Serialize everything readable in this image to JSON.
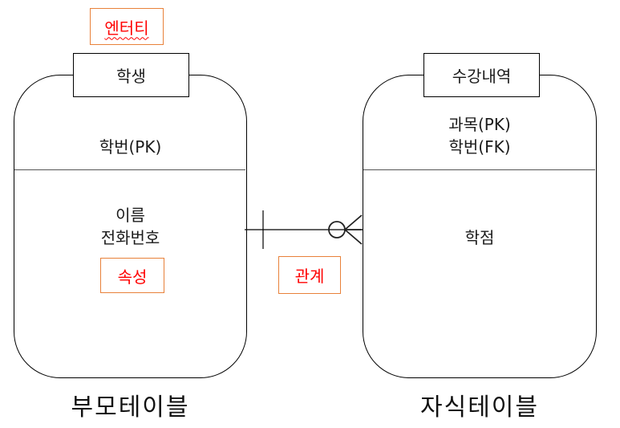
{
  "parent_table": {
    "name": "학생",
    "primary_keys": [
      "학번(PK)"
    ],
    "attributes": [
      "이름",
      "전화번호"
    ],
    "caption": "부모테이블"
  },
  "child_table": {
    "name": "수강내역",
    "primary_keys": [
      "과목(PK)",
      "학번(FK)"
    ],
    "attributes": [
      "학점"
    ],
    "caption": "자식테이블"
  },
  "annotations": {
    "entity": "엔터티",
    "attribute": "속성",
    "relationship": "관계"
  },
  "colors": {
    "annotation_text": "#ff0000",
    "annotation_border": "#e8813a",
    "line": "#000000"
  }
}
